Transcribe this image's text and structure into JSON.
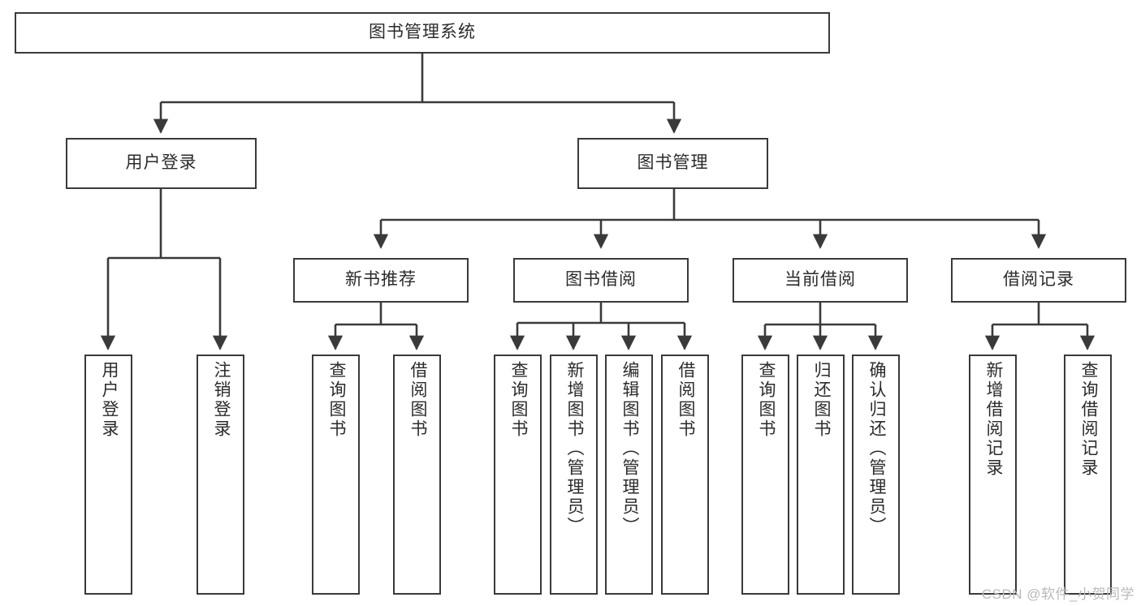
{
  "diagram": {
    "type": "tree-hierarchy",
    "title": "图书管理系统",
    "orientation": "top-down",
    "colors": {
      "box_border": "#3a3a3a",
      "box_fill": "#ffffff",
      "edge": "#3a3a3a",
      "text": "#2b2b2b",
      "watermark": "#b9b9b9"
    }
  },
  "root": {
    "label": "图书管理系统"
  },
  "level2": [
    {
      "id": "user-login",
      "label": "用户登录"
    },
    {
      "id": "book-management",
      "label": "图书管理"
    }
  ],
  "level3": [
    {
      "id": "new-book-recommend",
      "label": "新书推荐"
    },
    {
      "id": "book-borrow",
      "label": "图书借阅"
    },
    {
      "id": "current-borrow",
      "label": "当前借阅"
    },
    {
      "id": "borrow-record",
      "label": "借阅记录"
    }
  ],
  "leaves": {
    "user_login": [
      {
        "id": "leaf-user-login",
        "label": "用户登录"
      },
      {
        "id": "leaf-logout-login",
        "label": "注销登录"
      }
    ],
    "new_book_recommend": [
      {
        "id": "leaf-query-book-1",
        "label": "查询图书"
      },
      {
        "id": "leaf-borrow-book-1",
        "label": "借阅图书"
      }
    ],
    "book_borrow": [
      {
        "id": "leaf-query-book-2",
        "label": "查询图书"
      },
      {
        "id": "leaf-add-book",
        "label": "新增图书（管理员）"
      },
      {
        "id": "leaf-edit-book",
        "label": "编辑图书（管理员）"
      },
      {
        "id": "leaf-borrow-book-2",
        "label": "借阅图书"
      }
    ],
    "current_borrow": [
      {
        "id": "leaf-query-book-3",
        "label": "查询图书"
      },
      {
        "id": "leaf-return-book",
        "label": "归还图书"
      },
      {
        "id": "leaf-confirm-return",
        "label": "确认归还（管理员）"
      }
    ],
    "borrow_record": [
      {
        "id": "leaf-add-record",
        "label": "新增借阅记录"
      },
      {
        "id": "leaf-query-record",
        "label": "查询借阅记录"
      }
    ]
  },
  "watermark": {
    "text": "CSDN @软件_小贺同学"
  }
}
